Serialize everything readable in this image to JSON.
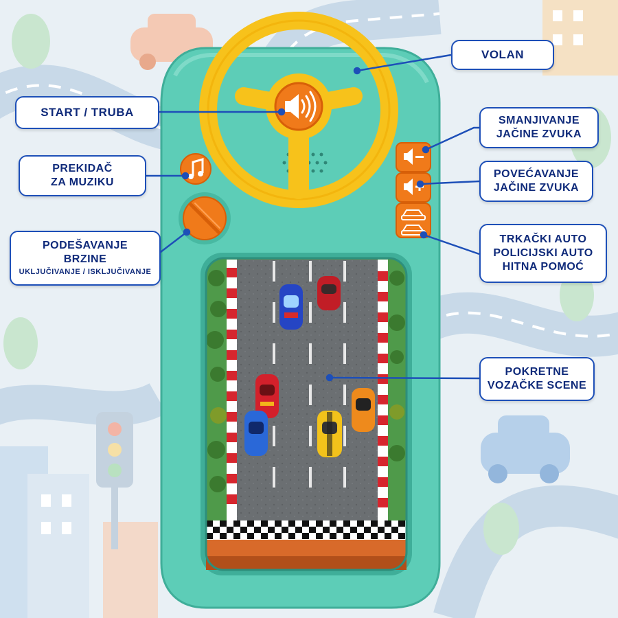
{
  "callouts": {
    "volan": {
      "lines": [
        "VOLAN"
      ]
    },
    "start": {
      "lines": [
        "START / TRUBA"
      ]
    },
    "music": {
      "lines": [
        "PREKIDAČ",
        "ZA MUZIKU"
      ]
    },
    "speed": {
      "lines": [
        "PODEŠAVANJE",
        "BRZINE"
      ],
      "sub": "UKLJUČIVANJE / ISKLJUČIVANJE"
    },
    "vol_down": {
      "lines": [
        "SMANJIVANJE",
        "JAČINE ZVUKA"
      ]
    },
    "vol_up": {
      "lines": [
        "POVEĆAVANJE",
        "JAČINE ZVUKA"
      ]
    },
    "vehicles": {
      "lines": [
        "TRKAČKI AUTO",
        "POLICIJSKI AUTO",
        "HITNA POMOĆ"
      ]
    },
    "scenes": {
      "lines": [
        "POKRETNE",
        "VOZAČKE SCENE"
      ]
    }
  },
  "colors": {
    "toy_body": "#5dcdb7",
    "wheel": "#f7c21b",
    "button": "#f07a1a",
    "callout_border": "#1d4fb8",
    "callout_text": "#0f2a7a"
  },
  "icons": [
    "speaker-icon",
    "music-note-icon",
    "volume-down-icon",
    "volume-up-icon",
    "car-icon"
  ]
}
